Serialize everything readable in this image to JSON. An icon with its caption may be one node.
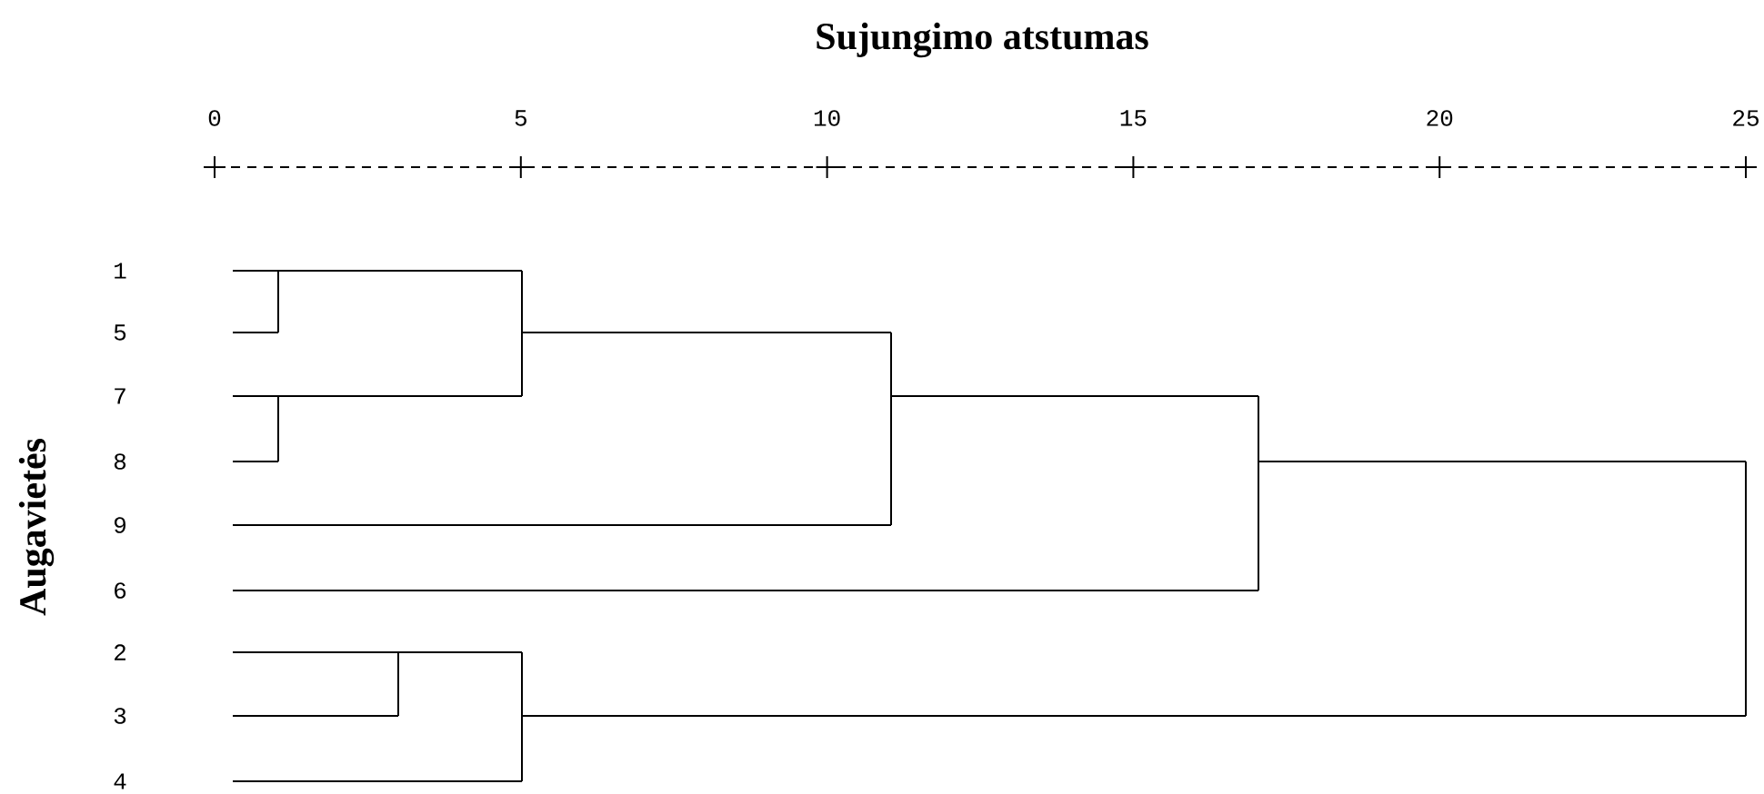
{
  "diagram": {
    "title": "Sujungimo atstumas",
    "labels": [
      "0",
      "5",
      "10",
      "15",
      "20",
      "25",
      "Augavietės",
      "1",
      "5",
      "7",
      "8",
      "9",
      "6",
      "2",
      "3",
      "4"
    ]
  }
}
